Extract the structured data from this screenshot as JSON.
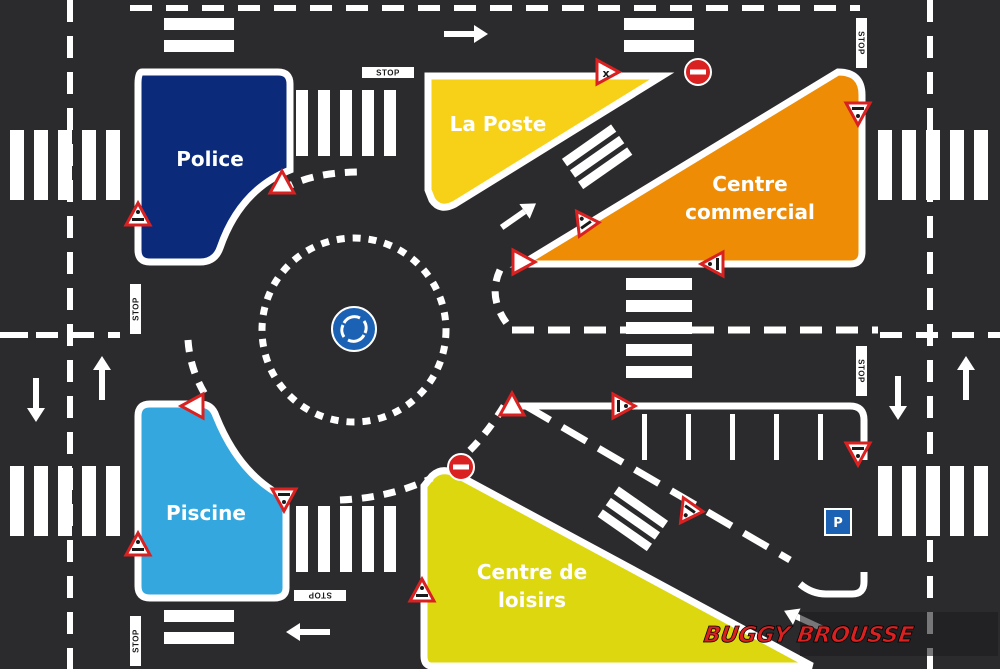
{
  "places": {
    "police": "Police",
    "la_poste": "La Poste",
    "centre_commercial": [
      "Centre",
      "commercial"
    ],
    "piscine": "Piscine",
    "centre_loisirs": [
      "Centre de",
      "loisirs"
    ]
  },
  "signs": {
    "stop": "STOP",
    "no_entry_x": "x",
    "parking": "P"
  },
  "brand": "BUGGY BROUSSE",
  "colors": {
    "road": "#2b2b2d",
    "police": "#0b2b7a",
    "la_poste": "#f7d117",
    "centre_commercial": "#ee8c06",
    "piscine": "#34a7df",
    "centre_loisirs": "#dcd70f",
    "marking": "#ffffff",
    "sign_red": "#d92121",
    "roundabout_blue": "#1b62b5"
  },
  "icons": [
    "arrow-icon",
    "roundabout-icon",
    "no-entry-icon",
    "yield-icon",
    "pedestrian-crossing-icon",
    "parking-icon"
  ]
}
